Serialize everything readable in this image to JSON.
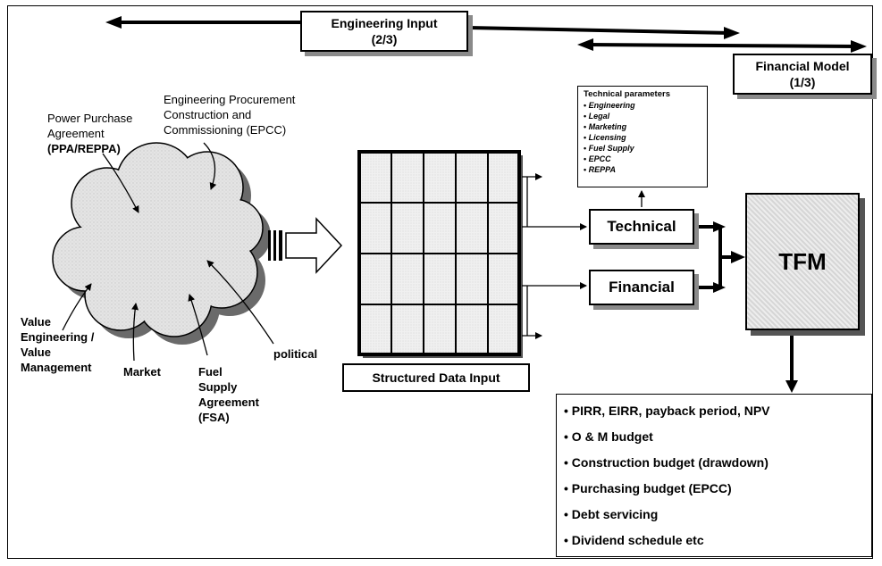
{
  "engineering_input": {
    "title": "Engineering Input",
    "fraction": "(2/3)"
  },
  "financial_model": {
    "title": "Financial Model",
    "fraction": "(1/3)"
  },
  "cloud_labels": {
    "ppa_line1": "Power Purchase",
    "ppa_line2": "Agreement",
    "ppa_line3": "(PPA/REPPA)",
    "epcc_line1": "Engineering Procurement",
    "epcc_line2": "Construction and",
    "epcc_line3": "Commissioning (EPCC)",
    "value_line1": "Value",
    "value_line2": "Engineering /",
    "value_line3": "Value",
    "value_line4": "Management",
    "market": "Market",
    "fuel_line1": "Fuel",
    "fuel_line2": "Supply",
    "fuel_line3": "Agreement",
    "fuel_line4": "(FSA)",
    "political": "political"
  },
  "structured_data_input": "Structured Data Input",
  "technical_parameters": {
    "title": "Technical parameters",
    "items": [
      "Engineering",
      "Legal",
      "Marketing",
      "Licensing",
      "Fuel Supply",
      "EPCC",
      "REPPA"
    ]
  },
  "technical": "Technical",
  "financial": "Financial",
  "tfm": "TFM",
  "outputs": [
    "PIRR, EIRR, payback period, NPV",
    "O & M budget",
    "Construction budget (drawdown)",
    "Purchasing budget (EPCC)",
    "Debt servicing",
    "Dividend schedule etc"
  ]
}
